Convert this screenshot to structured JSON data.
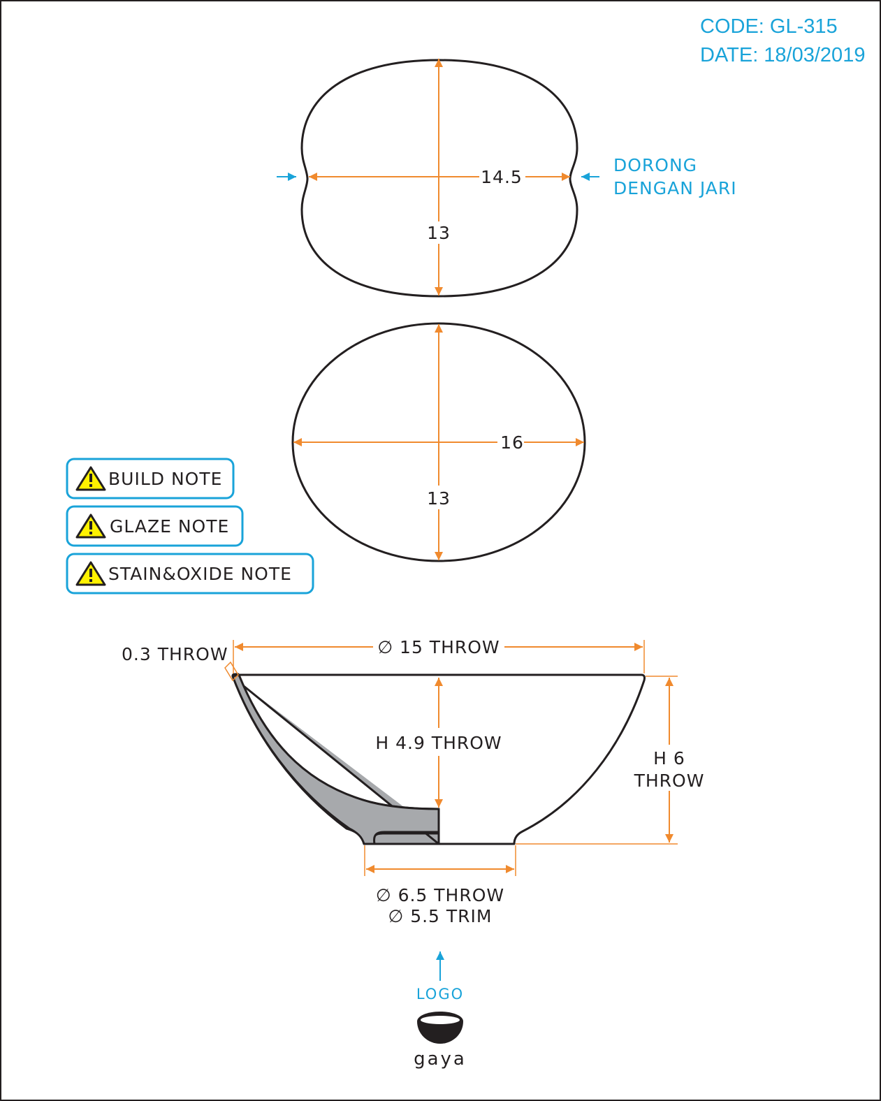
{
  "header": {
    "code": "CODE: GL-315",
    "date": "DATE: 18/03/2019"
  },
  "top_view": {
    "width_label": "14.5",
    "depth_label": "13",
    "callout_line1": "DORONG",
    "callout_line2": "DENGAN JARI"
  },
  "oval_view": {
    "width_label": "16",
    "depth_label": "13"
  },
  "notes": [
    {
      "label": "BUILD NOTE",
      "icon": "warning-icon"
    },
    {
      "label": "GLAZE NOTE",
      "icon": "warning-icon"
    },
    {
      "label": "STAIN&OXIDE NOTE",
      "icon": "warning-icon"
    }
  ],
  "section_view": {
    "wall_label": "0.3 THROW",
    "rim_label": "∅ 15 THROW",
    "inner_height_label": "H 4.9 THROW",
    "outer_height_line1": "H 6",
    "outer_height_line2": "THROW",
    "foot_throw_label": "∅ 6.5 THROW",
    "foot_trim_label": "∅ 5.5 TRIM"
  },
  "logo": {
    "pointer_label": "LOGO",
    "brand": "gaya"
  },
  "colors": {
    "outline": "#231f20",
    "dimension": "#f08a2e",
    "annotation": "#19a3d9",
    "section_fill": "#a7a9ac",
    "warning": "#fff200"
  }
}
